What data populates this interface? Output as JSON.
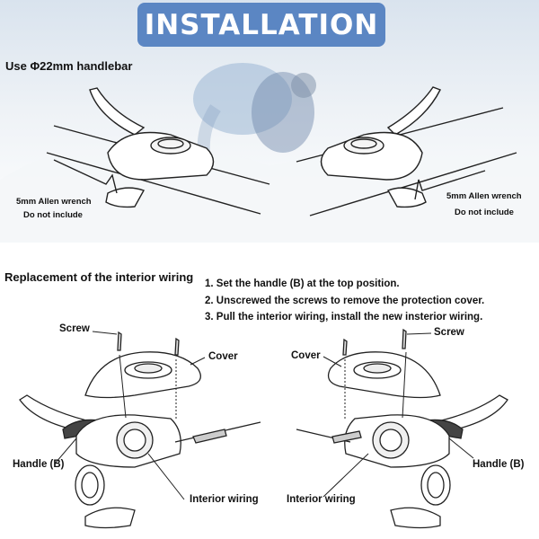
{
  "banner": {
    "title": "INSTALLATION"
  },
  "top": {
    "handlebar_text": "Use Φ22mm handlebar",
    "left_wrench": "5mm Allen wrench",
    "left_note": "Do not include",
    "right_wrench": "5mm Allen wrench",
    "right_note": "Do not include"
  },
  "bottom": {
    "section_title": "Replacement of the interior wiring",
    "steps": [
      "1. Set the handle (B) at the top position.",
      "2. Unscrewed the screws to remove the protection cover.",
      "3. Pull the interior wiring, install the new insterior wiring."
    ],
    "left": {
      "screw": "Screw",
      "cover": "Cover",
      "handle": "Handle (B)",
      "wiring": "Interior wiring"
    },
    "right": {
      "screw": "Screw",
      "cover": "Cover",
      "handle": "Handle (B)",
      "wiring": "Interior wiring"
    }
  },
  "colors": {
    "banner": "#5b86c3",
    "sky": "#dbe5ef"
  }
}
